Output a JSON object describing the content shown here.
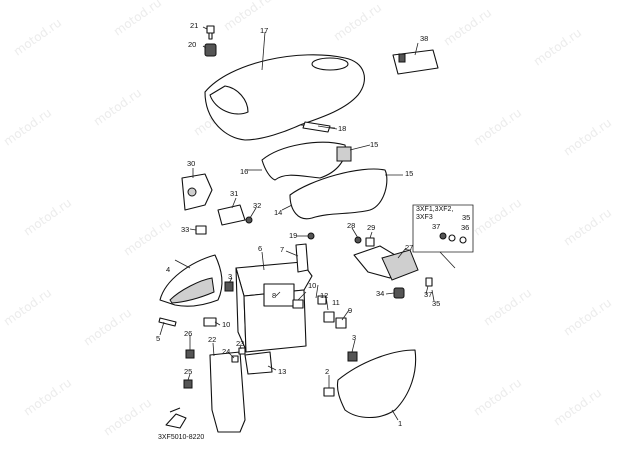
{
  "watermark": "motod.ru",
  "reference_code": "3XF5010-8220",
  "variant_box_lines": [
    "3XF1,3XF2,",
    "3XF3"
  ],
  "callouts": [
    "1",
    "2",
    "3",
    "4",
    "5",
    "6",
    "7",
    "8",
    "9",
    "10",
    "11",
    "12",
    "13",
    "14",
    "15",
    "16",
    "17",
    "18",
    "19",
    "20",
    "21",
    "22",
    "23",
    "24",
    "25",
    "26",
    "27",
    "28",
    "29",
    "30",
    "31",
    "32",
    "33",
    "34",
    "35",
    "36",
    "37",
    "38"
  ],
  "diagram_type": "exploded parts diagram",
  "parts_shown": [
    "fuel tank",
    "side covers",
    "battery box",
    "battery",
    "brackets",
    "bolts",
    "washers",
    "grommets",
    "decal plate"
  ]
}
